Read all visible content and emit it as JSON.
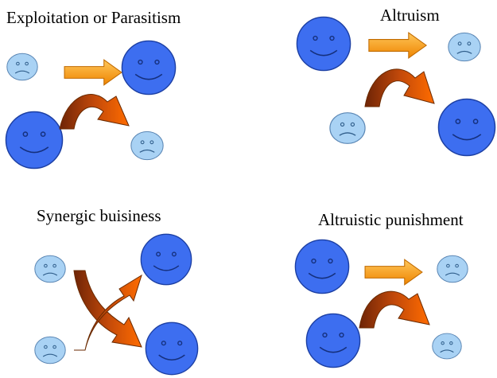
{
  "colors": {
    "happy_fill": "#3d6ef0",
    "happy_stroke": "#1a3b9c",
    "sad_fill": "#a9d2f4",
    "sad_stroke": "#5b86b3",
    "straight_arrow_top": "#ffbf4d",
    "straight_arrow_bottom": "#f08a00",
    "curved_arrow_left": "#7a2a08",
    "curved_arrow_right": "#ff6a00"
  },
  "panels": [
    {
      "id": "exploitation",
      "title": "Exploitation or Parasitism"
    },
    {
      "id": "altruism",
      "title": "Altruism"
    },
    {
      "id": "synergic",
      "title": "Synergic buisiness"
    },
    {
      "id": "altruistic-punishment",
      "title": "Altruistic punishment"
    }
  ]
}
